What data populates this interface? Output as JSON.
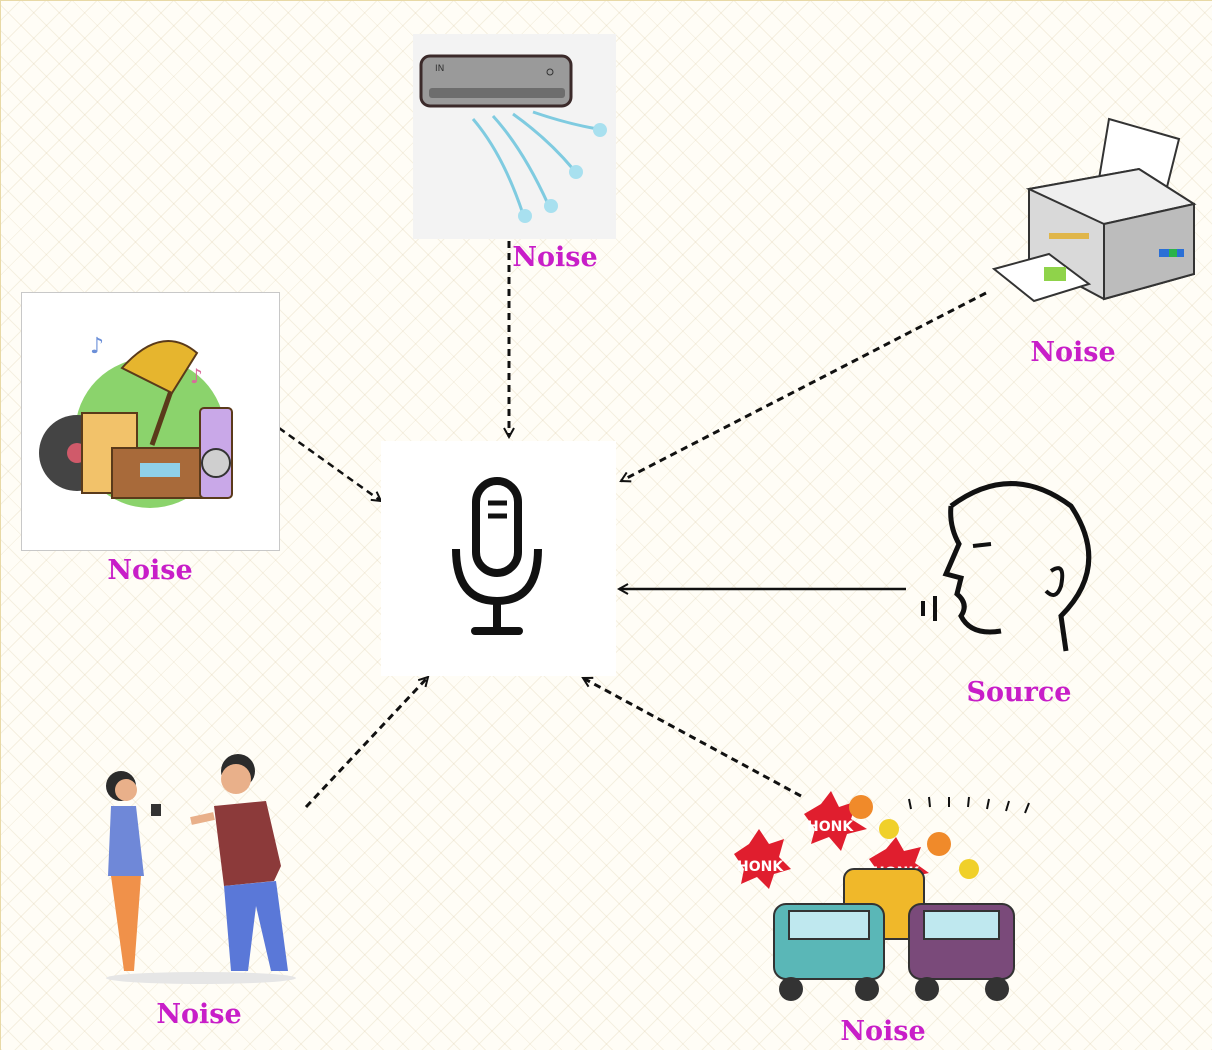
{
  "labels": {
    "ac": "Noise",
    "gramophone": "Noise",
    "printer": "Noise",
    "speaker": "Source",
    "people": "Noise",
    "traffic": "Noise"
  },
  "honk_text": "HONK",
  "colors": {
    "label": "#c81ec8",
    "arrow": "#111111"
  },
  "icons": {
    "center": "microphone-icon",
    "ac": "air-conditioner-icon",
    "printer": "printer-icon",
    "gramophone": "gramophone-icon",
    "speaker": "speaking-person-icon",
    "people": "conversing-people-icon",
    "traffic": "honking-cars-icon"
  }
}
